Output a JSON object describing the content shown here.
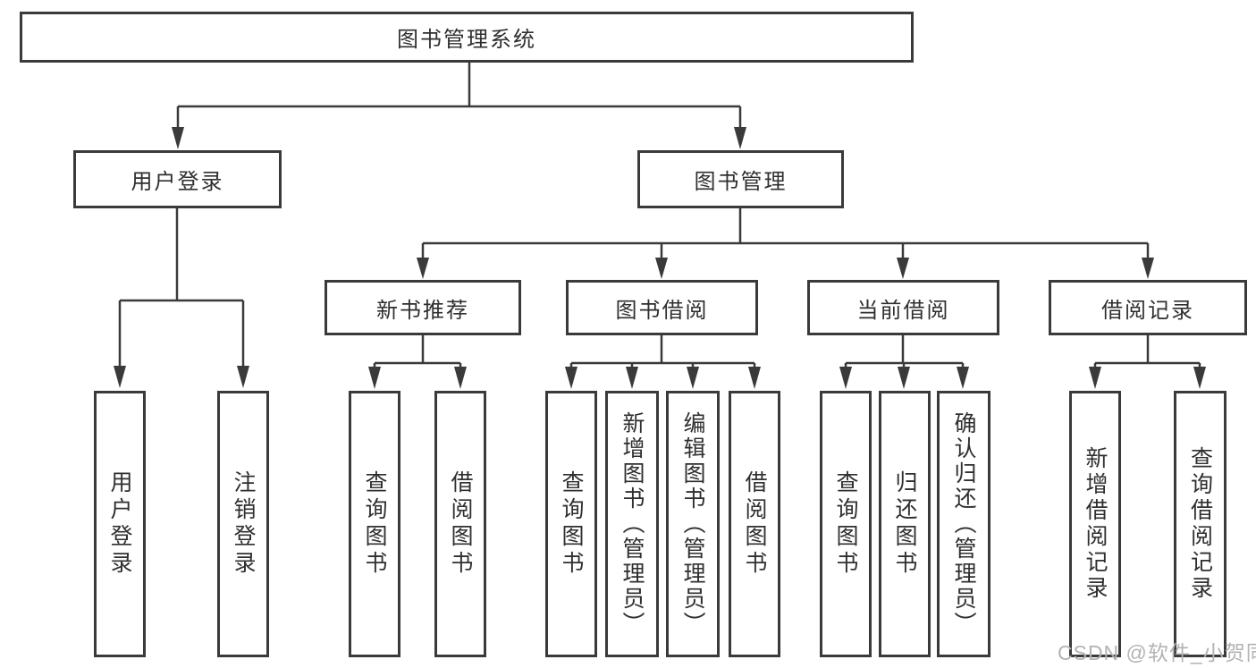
{
  "diagram": {
    "type": "tree",
    "title": "图书管理系统",
    "colors": {
      "line": "#3a3a3a",
      "box_border": "#3a3a3a",
      "box_fill": "#ffffff",
      "text": "#2f2f2f",
      "watermark": "#b3b3b3",
      "background": "#ffffff"
    },
    "nodes": {
      "root": {
        "label": "图书管理系统"
      },
      "level2": [
        {
          "label": "用户登录"
        },
        {
          "label": "图书管理"
        }
      ],
      "level3": [
        {
          "label": "新书推荐",
          "parent": "图书管理"
        },
        {
          "label": "图书借阅",
          "parent": "图书管理"
        },
        {
          "label": "当前借阅",
          "parent": "图书管理"
        },
        {
          "label": "借阅记录",
          "parent": "图书管理"
        }
      ],
      "leaves": [
        {
          "label": "用户登录",
          "parent": "用户登录"
        },
        {
          "label": "注销登录",
          "parent": "用户登录"
        },
        {
          "label": "查询图书",
          "parent": "新书推荐"
        },
        {
          "label": "借阅图书",
          "parent": "新书推荐"
        },
        {
          "label": "查询图书",
          "parent": "图书借阅"
        },
        {
          "label": "新增图书（管理员）",
          "parent": "图书借阅"
        },
        {
          "label": "编辑图书（管理员）",
          "parent": "图书借阅"
        },
        {
          "label": "借阅图书",
          "parent": "图书借阅"
        },
        {
          "label": "查询图书",
          "parent": "当前借阅"
        },
        {
          "label": "归还图书",
          "parent": "当前借阅"
        },
        {
          "label": "确认归还（管理员）",
          "parent": "当前借阅"
        },
        {
          "label": "新增借阅记录",
          "parent": "借阅记录"
        },
        {
          "label": "查询借阅记录",
          "parent": "借阅记录"
        }
      ]
    },
    "watermark": "CSDN @软件_小贺同学"
  }
}
